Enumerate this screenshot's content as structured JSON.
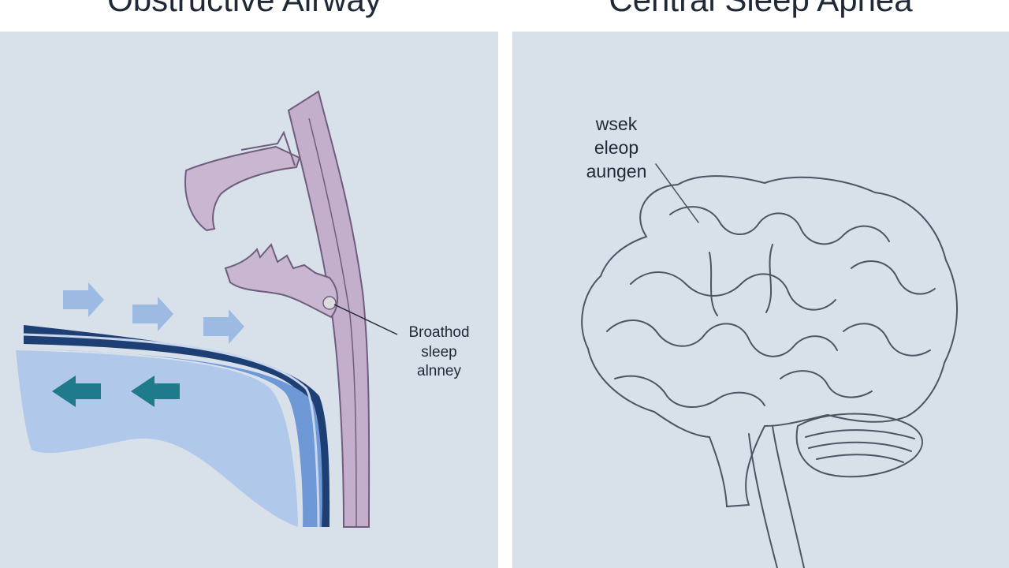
{
  "left_panel": {
    "title": "Obstructive Airway",
    "label_lines": [
      "Broathod",
      "sleep",
      "alnney"
    ],
    "colors": {
      "tissue": "#c7b3cd",
      "tissue_edge": "#6f5d7d",
      "airway_fill": "#7fa6dc",
      "airway_edge": "#1e3f73",
      "arrow": "#1f7a8c",
      "air_arrow": "#8fb0e0"
    },
    "icons": [
      "air-flow-arrow-icon",
      "reverse-flow-arrow-icon"
    ]
  },
  "right_panel": {
    "title": "Central Sleep Apnea",
    "label_lines": [
      "wsek",
      "eleop",
      "aungen"
    ],
    "colors": {
      "outline": "#4b5563"
    }
  },
  "background": "#d8e0ea"
}
